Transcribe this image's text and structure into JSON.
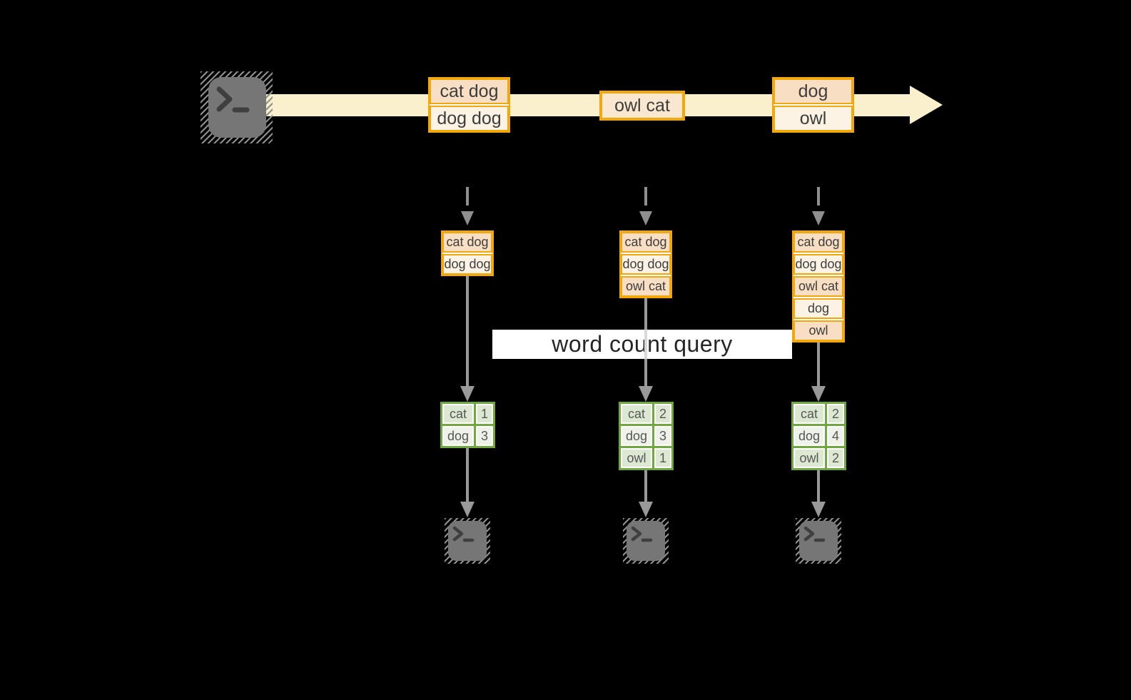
{
  "query_label": "word count query",
  "stream": {
    "batches": [
      {
        "items": [
          "cat dog",
          "dog dog"
        ]
      },
      {
        "items": [
          "owl cat"
        ]
      },
      {
        "items": [
          "dog",
          "owl"
        ]
      }
    ]
  },
  "columns": [
    {
      "window_items": [
        "cat dog",
        "dog dog"
      ],
      "counts": [
        {
          "word": "cat",
          "count": "1"
        },
        {
          "word": "dog",
          "count": "3"
        }
      ]
    },
    {
      "window_items": [
        "cat dog",
        "dog dog",
        "owl cat"
      ],
      "counts": [
        {
          "word": "cat",
          "count": "2"
        },
        {
          "word": "dog",
          "count": "3"
        },
        {
          "word": "owl",
          "count": "1"
        }
      ]
    },
    {
      "window_items": [
        "cat dog",
        "dog dog",
        "owl cat",
        "dog",
        "owl"
      ],
      "counts": [
        {
          "word": "cat",
          "count": "2"
        },
        {
          "word": "dog",
          "count": "4"
        },
        {
          "word": "owl",
          "count": "2"
        }
      ]
    }
  ],
  "icons": {
    "source": "terminal-icon",
    "sink": "terminal-icon"
  },
  "colors": {
    "background": "#000000",
    "stream_band": "#fbf0cd",
    "record_border": "#f2a80d",
    "record_fill_peach": "#f8dfc3",
    "record_fill_cream": "#fdf3e4",
    "table_border_green": "#6fa83e",
    "table_fill_dark": "#dde8d2",
    "table_fill_light": "#eef2e9",
    "arrow_gray": "#949494",
    "terminal_gray": "#767676"
  }
}
